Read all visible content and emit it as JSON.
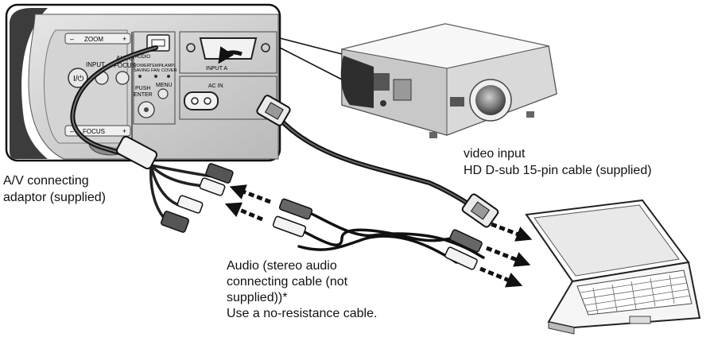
{
  "panel": {
    "zoom_label": "ZOOM",
    "focus_label": "FOCUS",
    "input_label": "INPUT",
    "auto_focus_label_1": "AUTO",
    "auto_focus_label_2": "FOCUS",
    "audio_label": "AUDIO",
    "power_saving_label_1": "POWER",
    "power_saving_label_2": "SAVING",
    "temp_fan_label_1": "TEMP/",
    "temp_fan_label_2": "FAN",
    "lamp_cover_label_1": "LAMP/",
    "lamp_cover_label_2": "COVER",
    "push_enter_label_1": "PUSH",
    "push_enter_label_2": "ENTER",
    "menu_label": "MENU",
    "input_a_label": "INPUT A",
    "ac_in_label": "AC IN",
    "minus": "–",
    "plus": "+"
  },
  "labels": {
    "av_adaptor_1": "A/V connecting",
    "av_adaptor_2": "adaptor (supplied)",
    "video_input_1": "video input",
    "video_input_2": "HD D-sub 15-pin cable (supplied)",
    "audio_1": "Audio (stereo audio",
    "audio_2": "connecting cable (not",
    "audio_3": "supplied))*",
    "audio_4": "Use a no-resistance cable."
  }
}
